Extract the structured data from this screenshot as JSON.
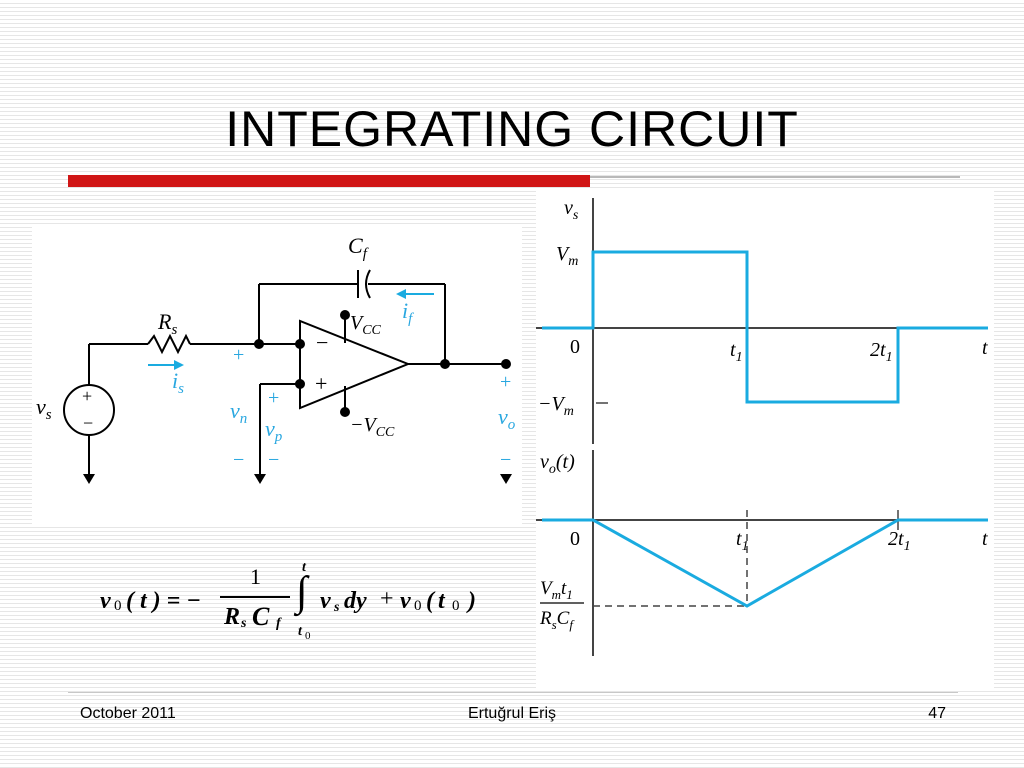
{
  "slide": {
    "title": "INTEGRATING CIRCUIT",
    "footer": {
      "date": "October 2011",
      "author": "Ertuğrul Eriş",
      "page": "47"
    }
  },
  "colors": {
    "accent_red": "#d01616",
    "wave_blue": "#1aabe0",
    "cyan_label": "#29a7e0"
  },
  "circuit": {
    "cf": "C",
    "cf_sub": "f",
    "rs": "R",
    "rs_sub": "s",
    "vcc": "V",
    "vcc_sub": "CC",
    "neg_vcc": "−V",
    "neg_vcc_sub": "CC",
    "if": "i",
    "if_sub": "f",
    "is": "i",
    "is_sub": "s",
    "vs": "v",
    "vs_sub": "s",
    "vn": "v",
    "vn_sub": "n",
    "vp": "v",
    "vp_sub": "p",
    "vo": "v",
    "vo_sub": "o",
    "plus": "+",
    "minus": "−"
  },
  "vs_plot": {
    "ylabel": "v",
    "ylabel_sub": "s",
    "vm": "V",
    "vm_sub": "m",
    "neg_vm": "−V",
    "neg_vm_sub": "m",
    "zero": "0",
    "t1": "t",
    "t1_sub": "1",
    "t2": "2t",
    "t2_sub": "1",
    "t": "t"
  },
  "vo_plot": {
    "ylabel": "v",
    "ylabel_sub": "o",
    "ylabel_tail": "(t)",
    "zero": "0",
    "t1": "t",
    "t1_sub": "1",
    "t2": "2t",
    "t2_sub": "1",
    "t": "t",
    "frac_num": "V",
    "frac_num_sub": "m",
    "frac_num_t": "t",
    "frac_num_t_sub": "1",
    "frac_den": "R",
    "frac_den_sub": "s",
    "frac_den_c": "C",
    "frac_den_c_sub": "f"
  },
  "formula": {
    "lhs_v": "v",
    "lhs_sub": "0",
    "lhs_arg": "( t ) = −",
    "num": "1",
    "den_r": "R",
    "den_r_sub": "s",
    "den_c": "C",
    "den_c_sub": "f",
    "int": "∫",
    "int_upper": "t",
    "int_lower": "t",
    "int_lower_sub": "0",
    "integrand": "v",
    "integrand_sub": "s",
    "dy": "dy",
    "plus": "+",
    "tail_v": "v",
    "tail_sub": "0",
    "tail_arg_open": "(",
    "tail_arg_t": "t",
    "tail_arg_sub": "0",
    "tail_arg_close": ")"
  },
  "chart_data": [
    {
      "type": "line",
      "series": [
        {
          "x": [
            "0",
            "0",
            "t1",
            "t1",
            "2t1",
            "2t1"
          ],
          "y": [
            "0",
            "Vm",
            "Vm",
            "-Vm",
            "-Vm",
            "0"
          ]
        }
      ]
    },
    {
      "type": "line",
      "series": [
        {
          "x": [
            "0",
            "t1",
            "2t1"
          ],
          "y": [
            "0",
            "-Vm·t1/(Rs·Cf)",
            "0"
          ]
        }
      ]
    }
  ]
}
